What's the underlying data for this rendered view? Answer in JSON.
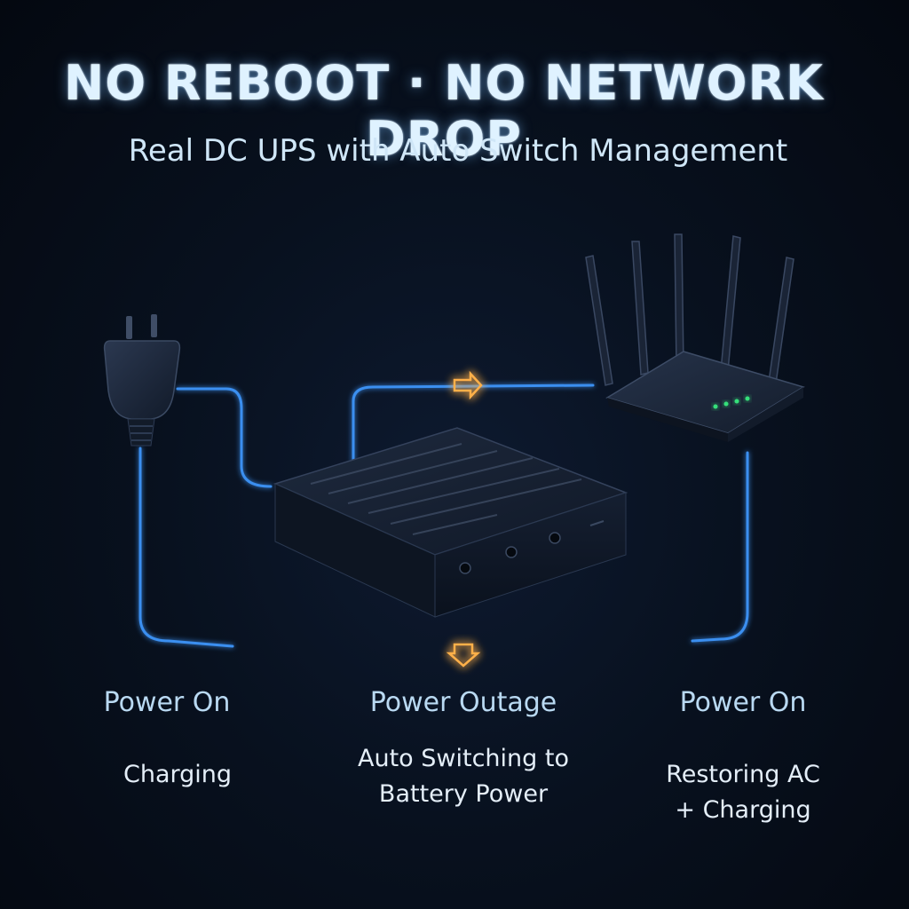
{
  "headline": "NO REBOOT · NO NETWORK DROP",
  "subheadline": "Real DC UPS with Auto Switch Management",
  "colors": {
    "background": "#070d1a",
    "cable_glow": "#3a8ff0",
    "outage_arrow": "#ff8a1e",
    "router_led": "#35e07a"
  },
  "stages": [
    {
      "title": "Power On",
      "description": "Charging"
    },
    {
      "title": "Power Outage",
      "description_line1": "Auto Switching to",
      "description_line2": "Battery Power"
    },
    {
      "title": "Power On",
      "description_line1": "Restoring AC",
      "description_line2": "+ Charging"
    }
  ]
}
